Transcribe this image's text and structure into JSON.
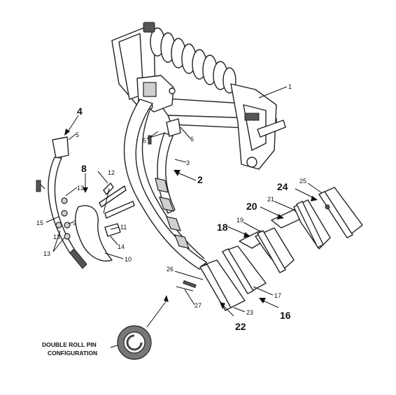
{
  "callouts_small": [
    "1",
    "3",
    "5",
    "5",
    "6",
    "9",
    "10",
    "11",
    "12",
    "13",
    "13",
    "13",
    "14",
    "15",
    "17",
    "19",
    "21",
    "23",
    "25",
    "26",
    "27"
  ],
  "callouts_large": [
    "2",
    "4",
    "8",
    "16",
    "18",
    "20",
    "22",
    "24"
  ],
  "caption": {
    "line1": "DOUBLE ROLL PIN",
    "line2": "CONFIGURATION"
  },
  "colors": {
    "line": "#222222",
    "shade": "#cfcfcf",
    "background": "#ffffff"
  }
}
